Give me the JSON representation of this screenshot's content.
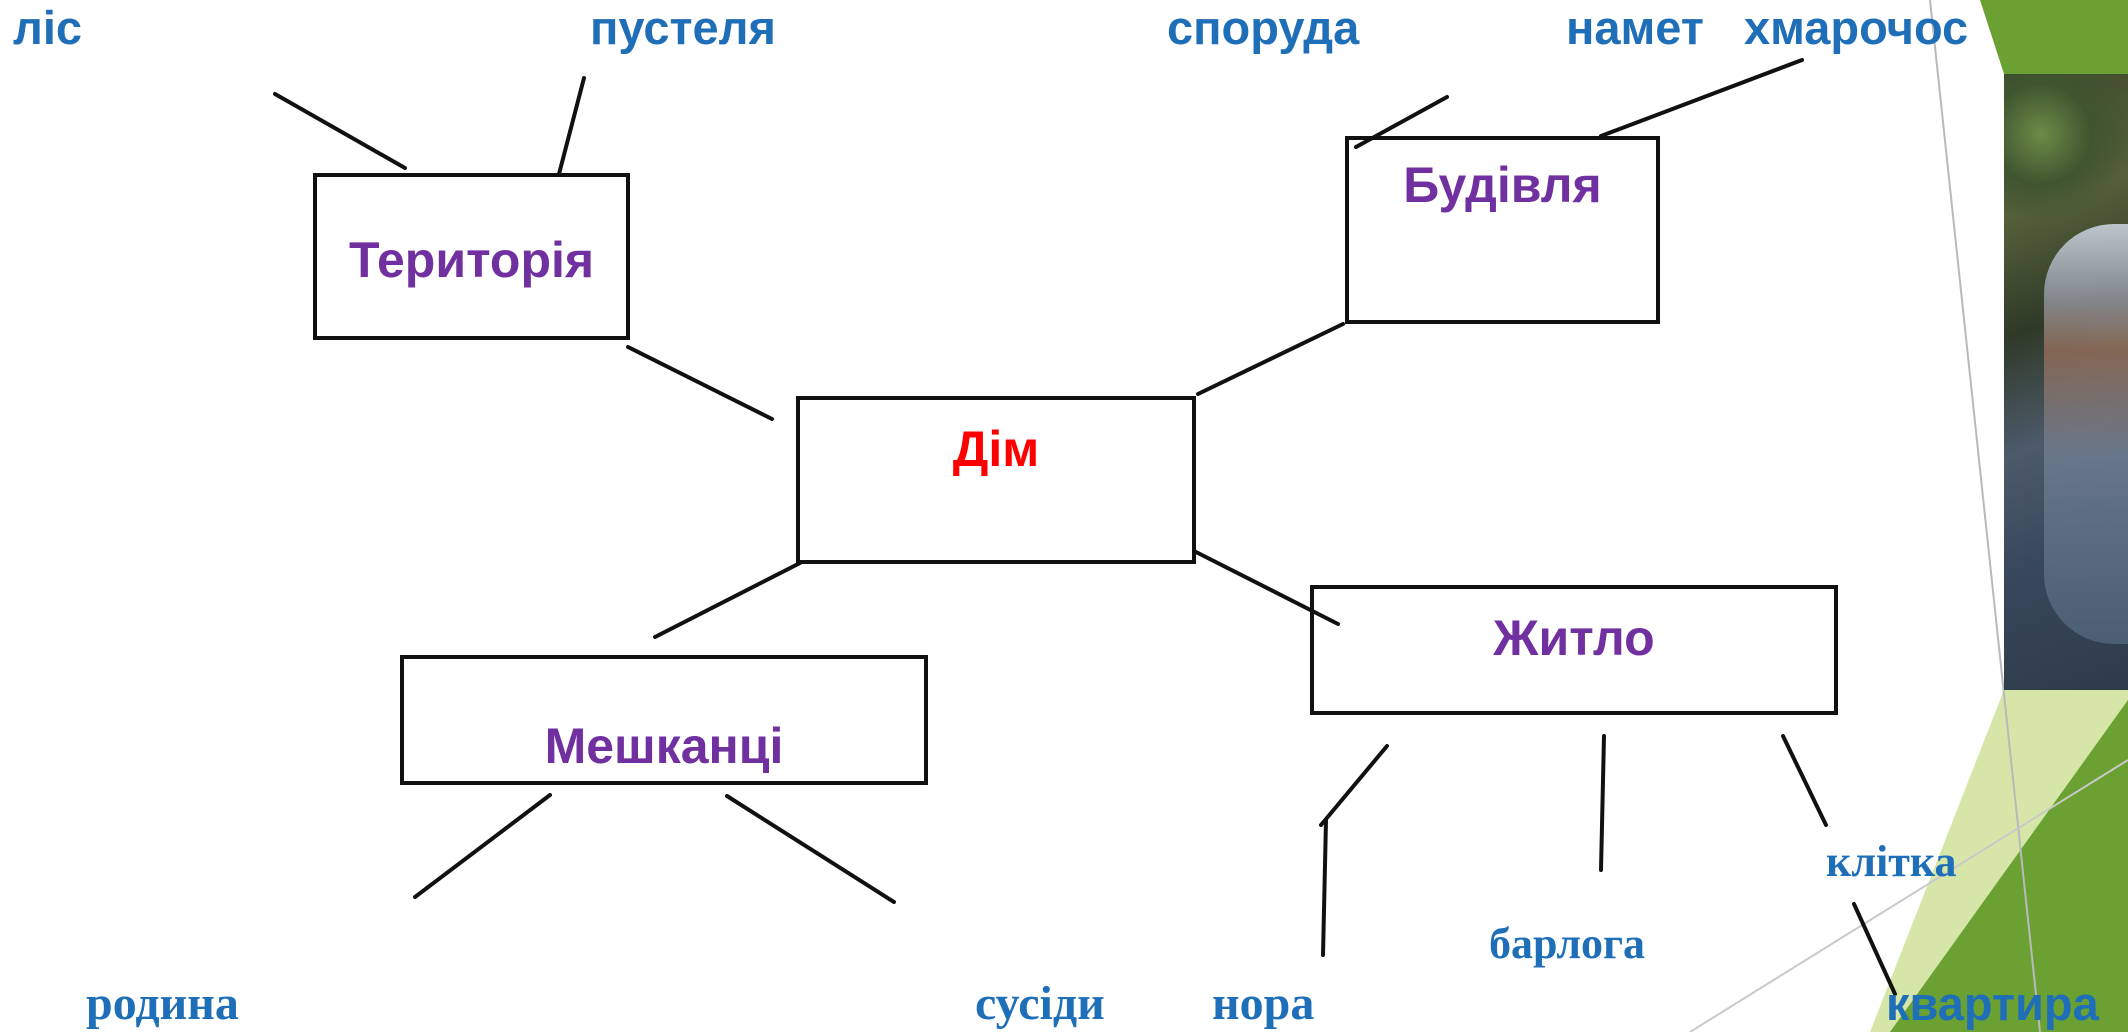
{
  "colors": {
    "center_text": "#ff0000",
    "category_text": "#7030a0",
    "leaf_text": "#1f6fb8",
    "line": "#111111",
    "accent_green_dark": "#6aa132",
    "accent_green_light": "#d6e6a8"
  },
  "center": {
    "label": "Дім"
  },
  "categories": {
    "territory": {
      "label": "Територія"
    },
    "building": {
      "label": "Будівля"
    },
    "residents": {
      "label": "Мешканці"
    },
    "dwelling": {
      "label": "Житло"
    }
  },
  "leaves": {
    "forest": "ліс",
    "desert": "пустеля",
    "structure": "споруда",
    "tent": "намет",
    "skyscraper": "хмарочос",
    "family": "родина",
    "neighbors": "сусіди",
    "burrow": "нора",
    "den": "барлога",
    "cage": "клітка",
    "apartment": "квартира"
  },
  "photo": {
    "icon": "person-photo"
  }
}
